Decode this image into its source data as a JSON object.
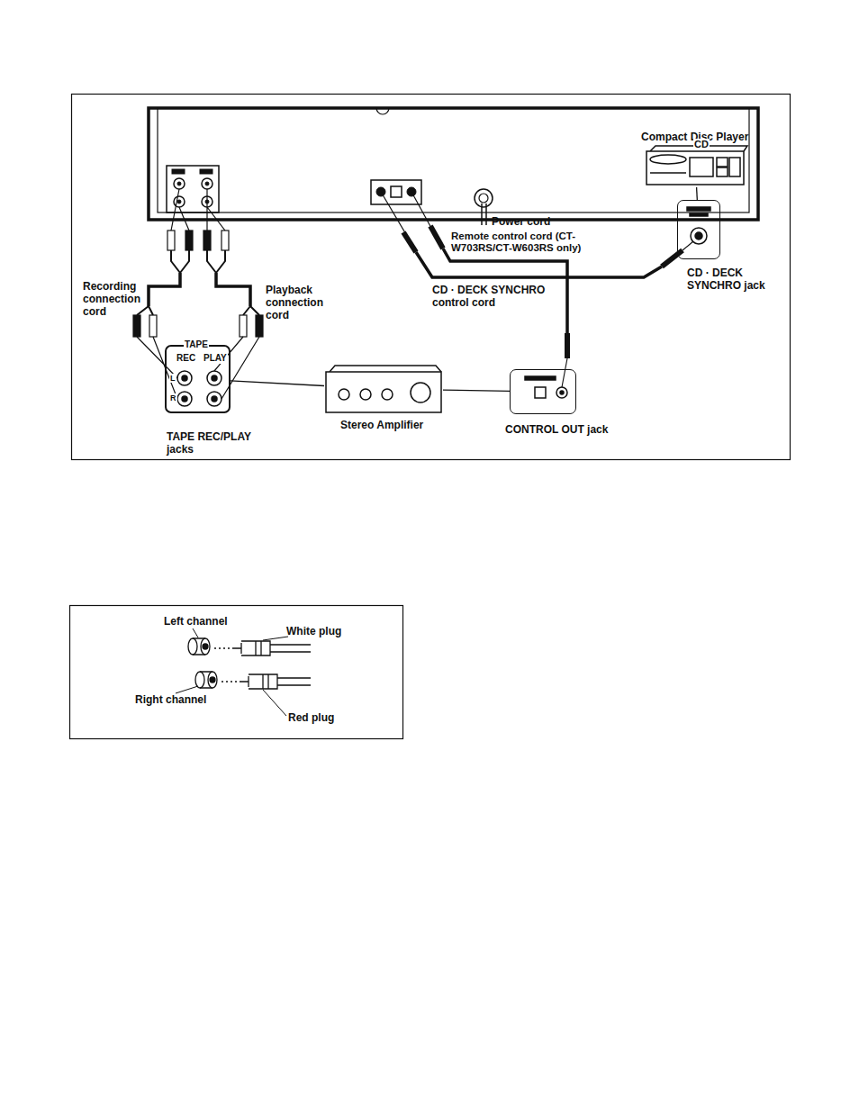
{
  "diagram": {
    "nodes": [
      {
        "text": [
          "Compact Disc Player",
          "CD"
        ]
      },
      {
        "text": [
          "CD · DECK SYNCHRO jack"
        ]
      },
      {
        "text": [
          "Stereo Amplifier"
        ]
      },
      {
        "text": [
          "TAPE",
          "REC",
          "PLAY",
          "L",
          "R",
          "TAPE REC/PLAY jacks"
        ]
      },
      {
        "text": [
          "CONTROL OUT jack"
        ]
      }
    ],
    "edges": [
      {
        "from": 0,
        "to": 1,
        "arrow": "none"
      },
      {
        "from": 2,
        "to": 3,
        "arrow": "none"
      },
      {
        "from": 2,
        "to": 4,
        "arrow": "none"
      }
    ],
    "labels": [
      "Power cord",
      "Remote control cord (CT-W703RS/CT-W603RS only)",
      "CD · DECK SYNCHRO control cord",
      "Recording connection cord",
      "Playback connection cord",
      "Left channel",
      "White plug",
      "Right channel",
      "Red plug"
    ]
  }
}
